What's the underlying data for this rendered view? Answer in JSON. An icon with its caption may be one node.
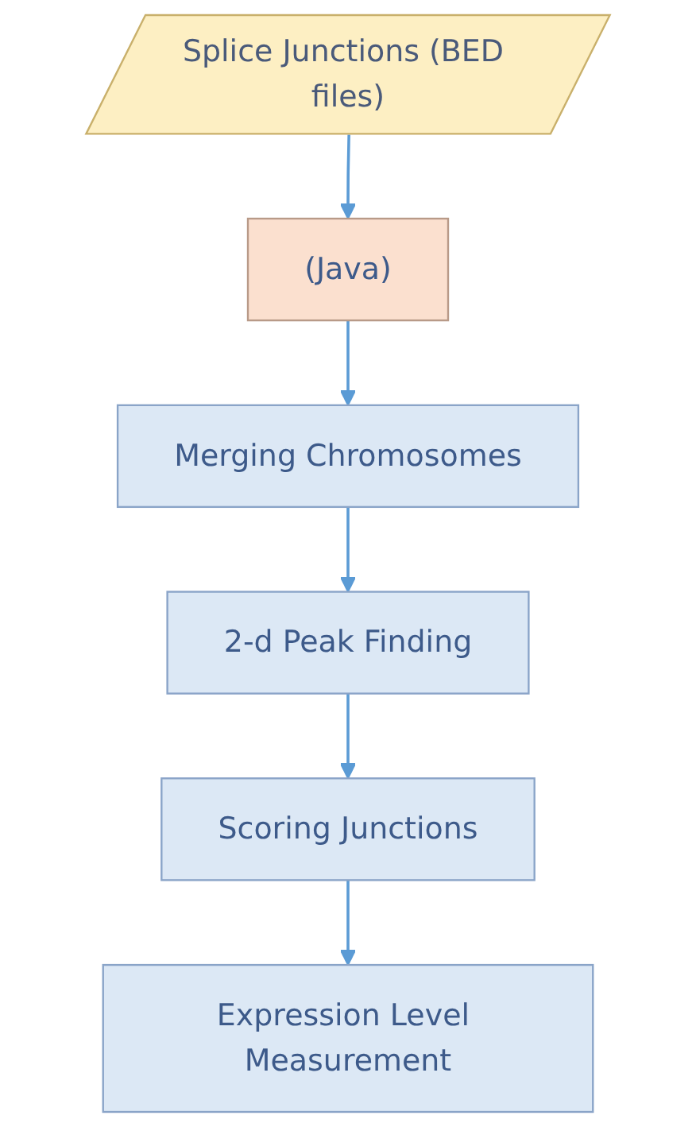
{
  "diagram": {
    "nodes": [
      {
        "text": [
          "Splice Junctions (BED files)"
        ]
      },
      {
        "text": [
          "(Java)"
        ]
      },
      {
        "text": [
          "Merging Chromosomes"
        ]
      },
      {
        "text": [
          "2-d Peak Finding"
        ]
      },
      {
        "text": [
          "Scoring Junctions"
        ]
      },
      {
        "text": [
          "Expression Level Measurement"
        ]
      }
    ],
    "edges": [
      {
        "from": 0,
        "to": 1,
        "arrow": "to"
      },
      {
        "from": 1,
        "to": 2,
        "arrow": "to"
      },
      {
        "from": 2,
        "to": 3,
        "arrow": "to"
      },
      {
        "from": 3,
        "to": 4,
        "arrow": "to"
      },
      {
        "from": 4,
        "to": 5,
        "arrow": "to"
      }
    ]
  }
}
